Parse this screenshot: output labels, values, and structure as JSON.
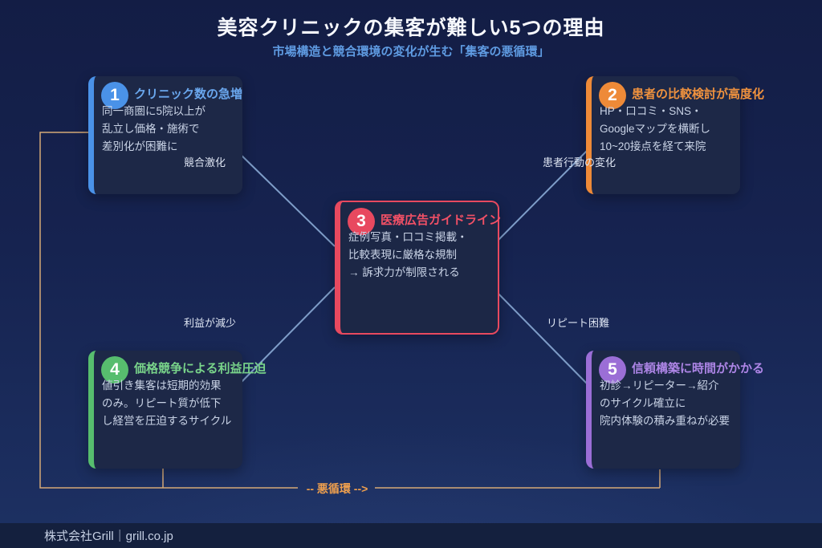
{
  "header": {
    "title": "美容クリニックの集客が難しい5つの理由",
    "subtitle": "市場構造と競合環境の変化が生む「集客の悪循環」"
  },
  "cards": [
    {
      "number": "1",
      "title": "クリニック数の急増",
      "body_lines": [
        "同一商圏に5院以上が",
        "乱立し価格・施術で",
        "差別化が困難に"
      ],
      "accent": "#4a92e8",
      "title_color": "#6aa7ee"
    },
    {
      "number": "2",
      "title": "患者の比較検討が高度化",
      "body_lines": [
        "HP・口コミ・SNS・",
        "Googleマップを横断し",
        "10~20接点を経て来院"
      ],
      "accent": "#ee8a38",
      "title_color": "#f0923e"
    },
    {
      "number": "3",
      "title": "医療広告ガイドライン",
      "body_lines": [
        "症例写真・口コミ掲載・",
        "比較表現に厳格な規制",
        "→ 訴求力が制限される"
      ],
      "accent": "#e8495f",
      "title_color": "#f25066"
    },
    {
      "number": "4",
      "title": "価格競争による利益圧迫",
      "body_lines": [
        "値引き集客は短期的効果",
        "のみ。リピート質が低下",
        "し経営を圧迫するサイクル"
      ],
      "accent": "#57bd6e",
      "title_color": "#79d48a"
    },
    {
      "number": "5",
      "title": "信頼構築に時間がかかる",
      "body_lines": [
        "初診→リピーター→紹介",
        "のサイクル確立に",
        "院内体験の積み重ねが必要"
      ],
      "accent": "#9b6ed6",
      "title_color": "#ad85e6"
    }
  ],
  "edge_labels": [
    "競合激化",
    "患者行動の変化",
    "利益が減少",
    "リピート困難"
  ],
  "cycle": {
    "label": "-- 悪循環 -->"
  },
  "footer": {
    "text": "株式会社Grill｜grill.co.jp"
  },
  "colors": {
    "connector_line": "#7e9dc8",
    "cycle_line": "#d5a977",
    "cycle_label": "#f0a04e"
  }
}
